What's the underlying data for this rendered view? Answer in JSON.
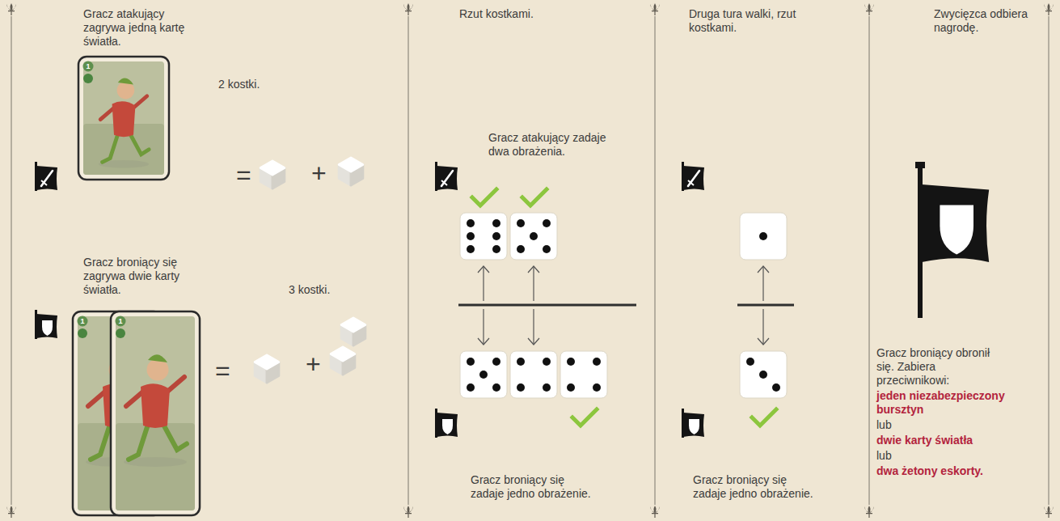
{
  "diagram": {
    "labels": [
      "Gracz atakujący zagrywa jedną kartę światła.",
      "1",
      "2 kostki.",
      "=",
      "+",
      "Gracz broniący się zagrywa dwie karty światła.",
      "1",
      "1",
      "3 kostki.",
      "=",
      "+",
      "Rzut kostkami.",
      "Gracz atakujący zadaje dwa obrażenia.",
      "Gracz broniący się zadaje jedno obrażenie.",
      "Druga tura walki, rzut kostkami.",
      "Gracz broniący się zadaje jedno obrażenie.",
      "Zwycięzca odbiera nagrodę.",
      "Gracz broniący obronił się. Zabiera przeciwnikowi:",
      "jeden niezabezpieczony bursztyn",
      "lub",
      "dwie karty światła",
      "lub",
      "dwa żetony eskorty."
    ]
  }
}
